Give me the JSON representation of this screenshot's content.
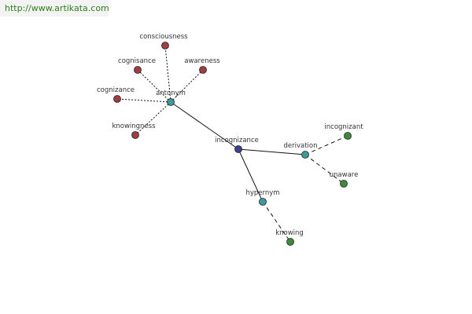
{
  "header": {
    "url_text": "http://www.artikata.com"
  },
  "colors": {
    "center": "#3b3f8c",
    "relation": "#3e9a9a",
    "antonym_term": "#9e3d42",
    "related_term": "#3e8a3a"
  },
  "graph": {
    "nodes": [
      {
        "id": "incognizance",
        "label": "incognizance",
        "kind": "center"
      },
      {
        "id": "antonym",
        "label": "antonym",
        "kind": "relation"
      },
      {
        "id": "derivation",
        "label": "derivation",
        "kind": "relation"
      },
      {
        "id": "hypernym",
        "label": "hypernym",
        "kind": "relation"
      },
      {
        "id": "consciousness",
        "label": "consciousness",
        "kind": "antonym_term"
      },
      {
        "id": "cognisance",
        "label": "cognisance",
        "kind": "antonym_term"
      },
      {
        "id": "awareness",
        "label": "awareness",
        "kind": "antonym_term"
      },
      {
        "id": "cognizance",
        "label": "cognizance",
        "kind": "antonym_term"
      },
      {
        "id": "knowingness",
        "label": "knowingness",
        "kind": "antonym_term"
      },
      {
        "id": "incognizant",
        "label": "incognizant",
        "kind": "related_term"
      },
      {
        "id": "unaware",
        "label": "unaware",
        "kind": "related_term"
      },
      {
        "id": "knowing",
        "label": "knowing",
        "kind": "related_term"
      }
    ],
    "edges": [
      {
        "from": "incognizance",
        "to": "antonym",
        "style": "solid"
      },
      {
        "from": "incognizance",
        "to": "derivation",
        "style": "solid"
      },
      {
        "from": "incognizance",
        "to": "hypernym",
        "style": "solid"
      },
      {
        "from": "antonym",
        "to": "consciousness",
        "style": "dotted"
      },
      {
        "from": "antonym",
        "to": "cognisance",
        "style": "dotted"
      },
      {
        "from": "antonym",
        "to": "awareness",
        "style": "dotted"
      },
      {
        "from": "antonym",
        "to": "cognizance",
        "style": "dotted"
      },
      {
        "from": "antonym",
        "to": "knowingness",
        "style": "dotted"
      },
      {
        "from": "derivation",
        "to": "incognizant",
        "style": "dashed"
      },
      {
        "from": "derivation",
        "to": "unaware",
        "style": "dashed"
      },
      {
        "from": "hypernym",
        "to": "knowing",
        "style": "dashed"
      }
    ]
  }
}
